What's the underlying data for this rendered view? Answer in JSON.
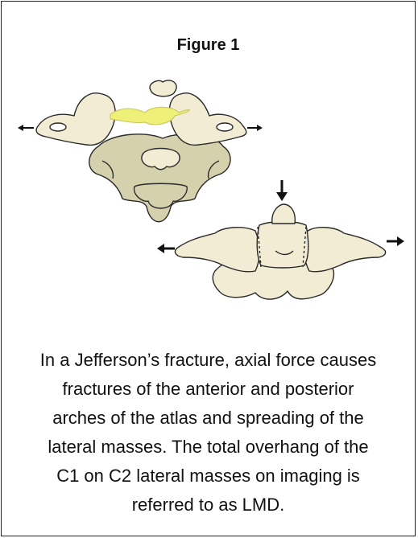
{
  "figure": {
    "title": "Figure 1"
  },
  "caption": {
    "lines": [
      "In a Jefferson’s fracture, axial force causes",
      "fractures of the anterior and posterior",
      "arches of the atlas and spreading of the",
      "lateral masses.  The total overhang of the",
      "C1 on C2 lateral masses on imaging is",
      "referred to as LMD."
    ]
  },
  "colors": {
    "bone": "#f1ecd3",
    "bone_shade": "#d9d2b0",
    "dim_bone": "#d6d1ad",
    "highlight": "#eef078",
    "outline": "#2a2a2a"
  }
}
